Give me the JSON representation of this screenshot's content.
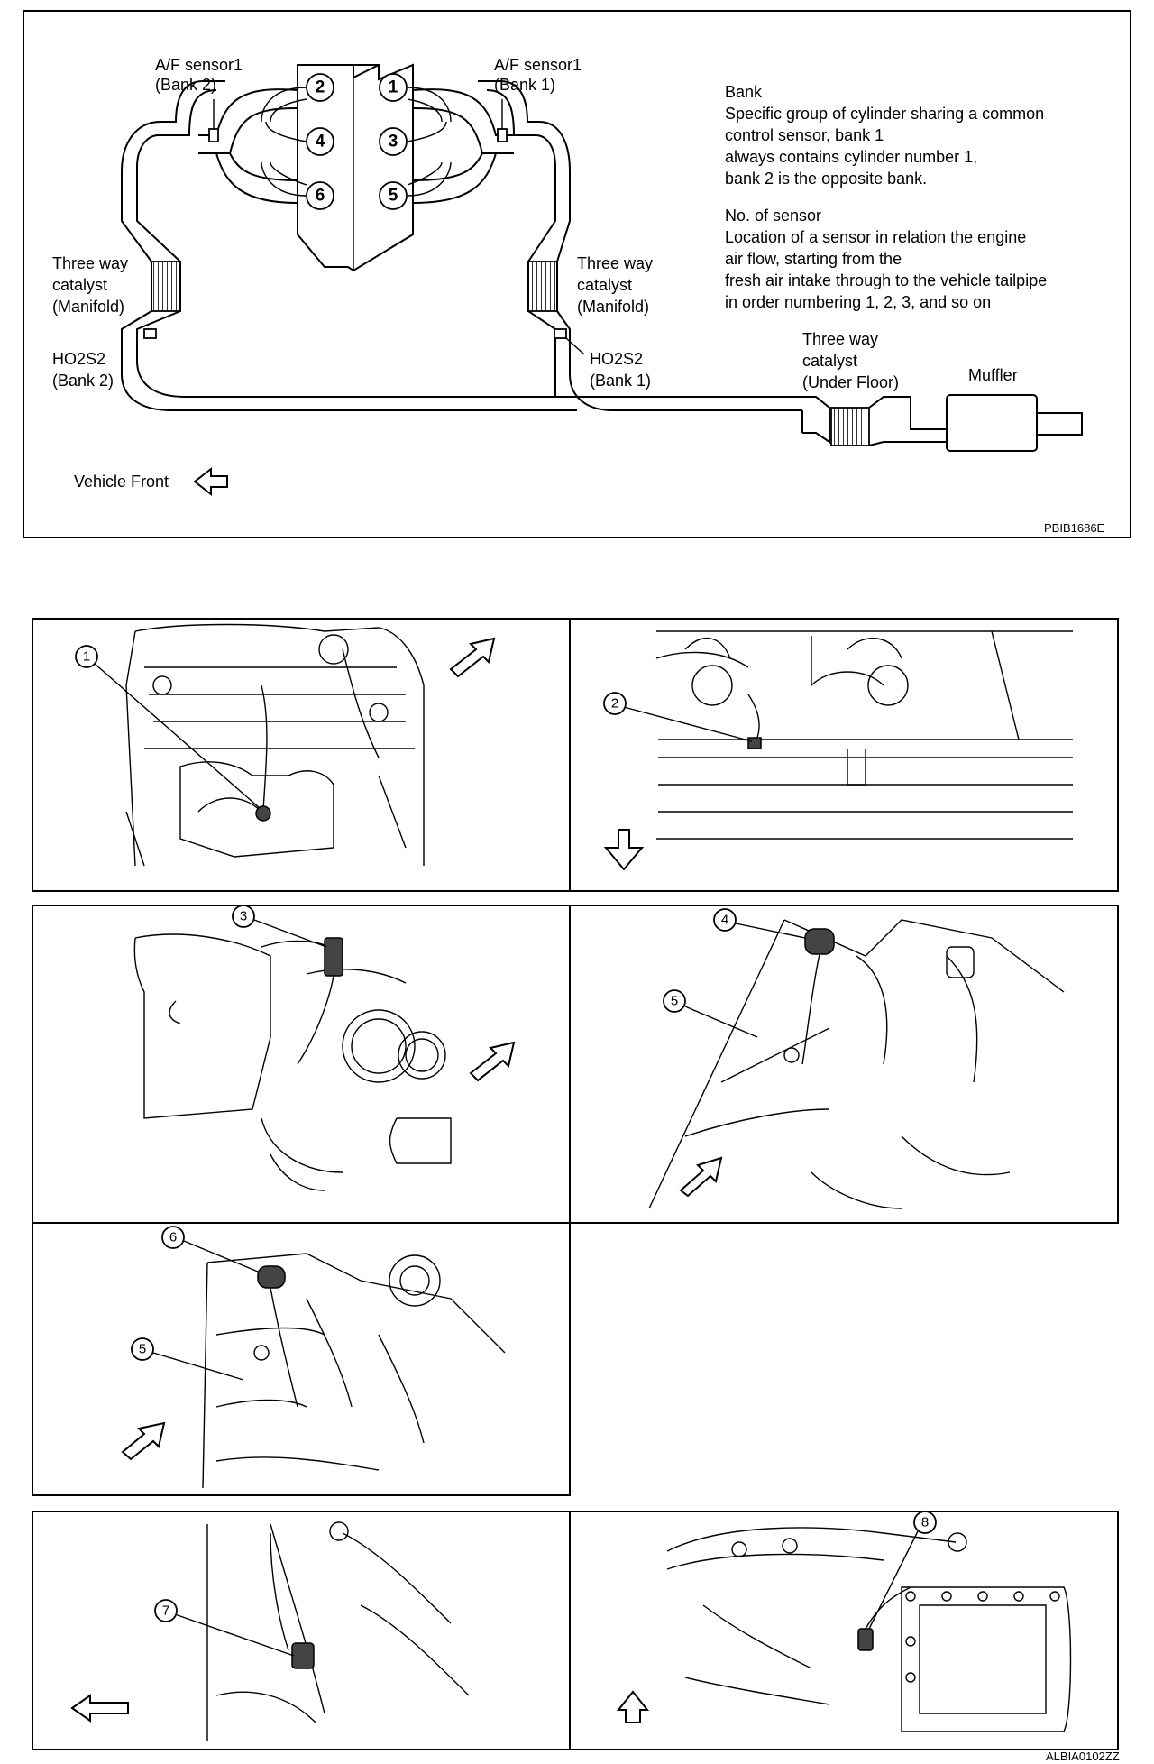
{
  "top_diagram": {
    "af_sensor_bank2": [
      "A/F sensor1",
      "(Bank 2)"
    ],
    "af_sensor_bank1": [
      "A/F sensor1",
      "(Bank 1)"
    ],
    "cylinders_bank2": [
      "2",
      "4",
      "6"
    ],
    "cylinders_bank1": [
      "1",
      "3",
      "5"
    ],
    "catalyst_left": [
      "Three way",
      "catalyst",
      "(Manifold)"
    ],
    "catalyst_right": [
      "Three way",
      "catalyst",
      "(Manifold)"
    ],
    "ho2s2_bank2": [
      "HO2S2",
      "(Bank 2)"
    ],
    "ho2s2_bank1": [
      "HO2S2",
      "(Bank 1)"
    ],
    "catalyst_underfloor": [
      "Three way",
      "catalyst",
      "(Under Floor)"
    ],
    "muffler": "Muffler",
    "vehicle_front": "Vehicle Front",
    "definitions": [
      "Bank",
      "Specific group of cylinder sharing a common",
      "control sensor, bank 1",
      "always contains cylinder number 1,",
      "bank 2 is the opposite bank.",
      "No. of sensor",
      "Location of a sensor in relation the engine",
      "air flow, starting from the",
      "fresh air intake through to the vehicle tailpipe",
      "in order numbering 1, 2, 3, and so on"
    ],
    "figure_code": "PBIB1686E"
  },
  "bottom_figure": {
    "callouts": [
      "1",
      "2",
      "3",
      "4",
      "5",
      "5",
      "6",
      "7",
      "8"
    ],
    "figure_code": "ALBIA0102ZZ"
  }
}
